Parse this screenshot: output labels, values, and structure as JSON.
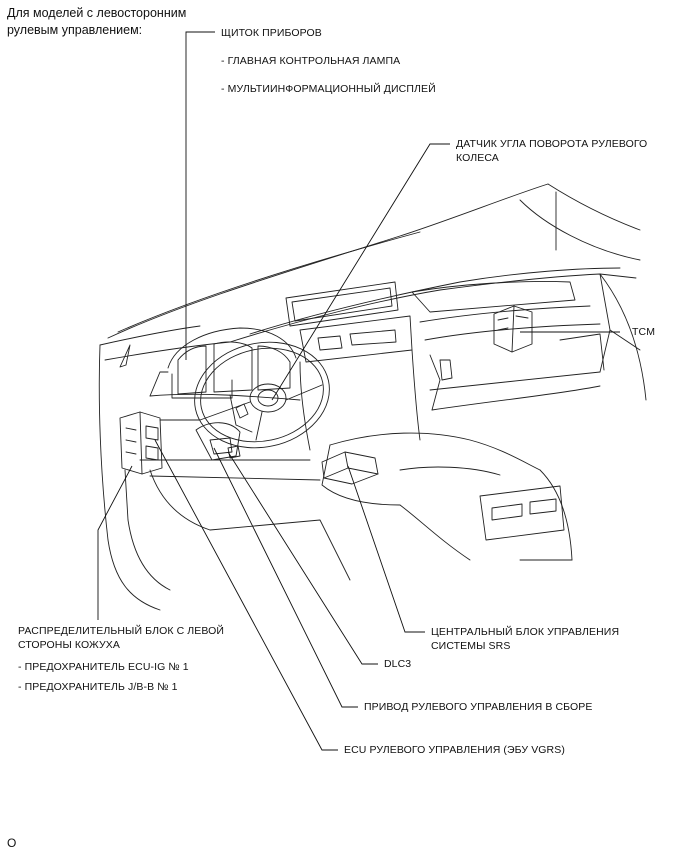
{
  "header": {
    "line1": "Для моделей с левосторонним",
    "line2": "рулевым управлением:"
  },
  "labels": {
    "combination_meter": "ЩИТОК ПРИБОРОВ",
    "master_warning": "- ГЛАВНАЯ КОНТРОЛЬНАЯ ЛАМПА",
    "multi_display": "- МУЛЬТИИНФОРМАЦИОННЫЙ ДИСПЛЕЙ",
    "steering_sensor_1": "ДАТЧИК УГЛА ПОВОРОТА РУЛЕВОГО",
    "steering_sensor_2": "КОЛЕСА",
    "tcm": "TCM",
    "srs_1": "ЦЕНТРАЛЬНЫЙ БЛОК УПРАВЛЕНИЯ",
    "srs_2": "СИСТЕМЫ SRS",
    "dlc3": "DLC3",
    "actuator": "ПРИВОД РУЛЕВОГО УПРАВЛЕНИЯ В СБОРЕ",
    "vgrs_ecu": "ECU РУЛЕВОГО УПРАВЛЕНИЯ (ЭБУ VGRS)",
    "jb_1": "РАСПРЕДЕЛИТЕЛЬНЫЙ БЛОК С ЛЕВОЙ",
    "jb_2": "СТОРОНЫ КОЖУХА",
    "fuse_ecu_ig": "- ПРЕДОХРАНИТЕЛЬ ECU-IG № 1",
    "fuse_jbb": "- ПРЕДОХРАНИТЕЛЬ J/B-B № 1"
  },
  "figure_code": "O"
}
